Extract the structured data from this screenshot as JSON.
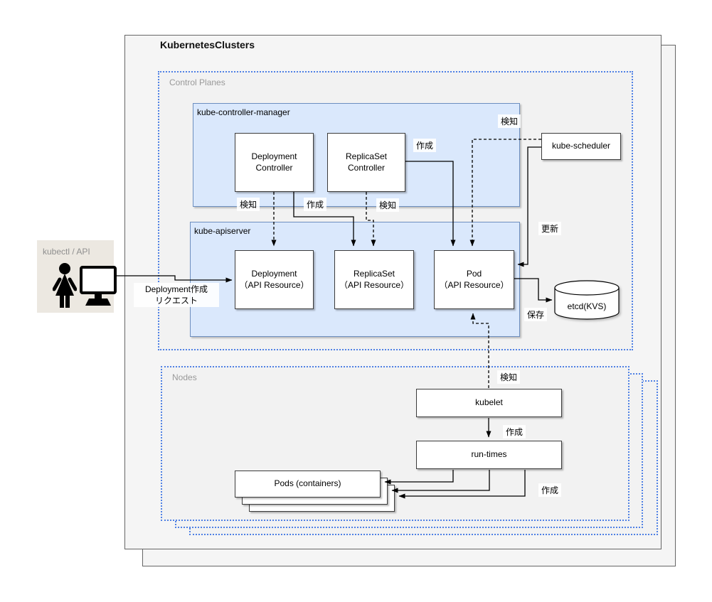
{
  "colors": {
    "container_fill": "#dae8fc",
    "container_border": "#6c8ebf",
    "group_fill": "#f2f2f2",
    "group_dot_border": "#4f81e5",
    "page_fill": "#f5f5f5",
    "page_border": "#666666",
    "actor_fill": "#ece8e1",
    "muted_text": "#999999"
  },
  "diagram": {
    "title": "KubernetesClusters",
    "control_planes": {
      "label": "Control Planes"
    },
    "nodes_group": {
      "label": "Nodes"
    },
    "kube_controller_manager": {
      "label": "kube-controller-manager"
    },
    "kube_apiserver": {
      "label": "kube-apiserver"
    },
    "boxes": {
      "deployment_controller": {
        "line1": "Deployment",
        "line2": "Controller"
      },
      "replicaset_controller": {
        "line1": "ReplicaSet",
        "line2": "Controller"
      },
      "deployment_api": {
        "line1": "Deployment",
        "line2": "（API Resource）"
      },
      "replicaset_api": {
        "line1": "ReplicaSet",
        "line2": "（API Resource）"
      },
      "pod_api": {
        "line1": "Pod",
        "line2": "（API Resource）"
      },
      "kube_scheduler": {
        "label": "kube-scheduler"
      },
      "etcd": {
        "label": "etcd(KVS)"
      },
      "kubelet": {
        "label": "kubelet"
      },
      "runtimes": {
        "label": "run-times"
      },
      "pods": {
        "label": "Pods (containers)"
      }
    },
    "actor": {
      "label": "kubectl / API"
    },
    "edge_labels": {
      "detect": "検知",
      "create": "作成",
      "update": "更新",
      "save": "保存"
    },
    "request_label": {
      "line1": "Deployment作成",
      "line2": "リクエスト"
    }
  }
}
